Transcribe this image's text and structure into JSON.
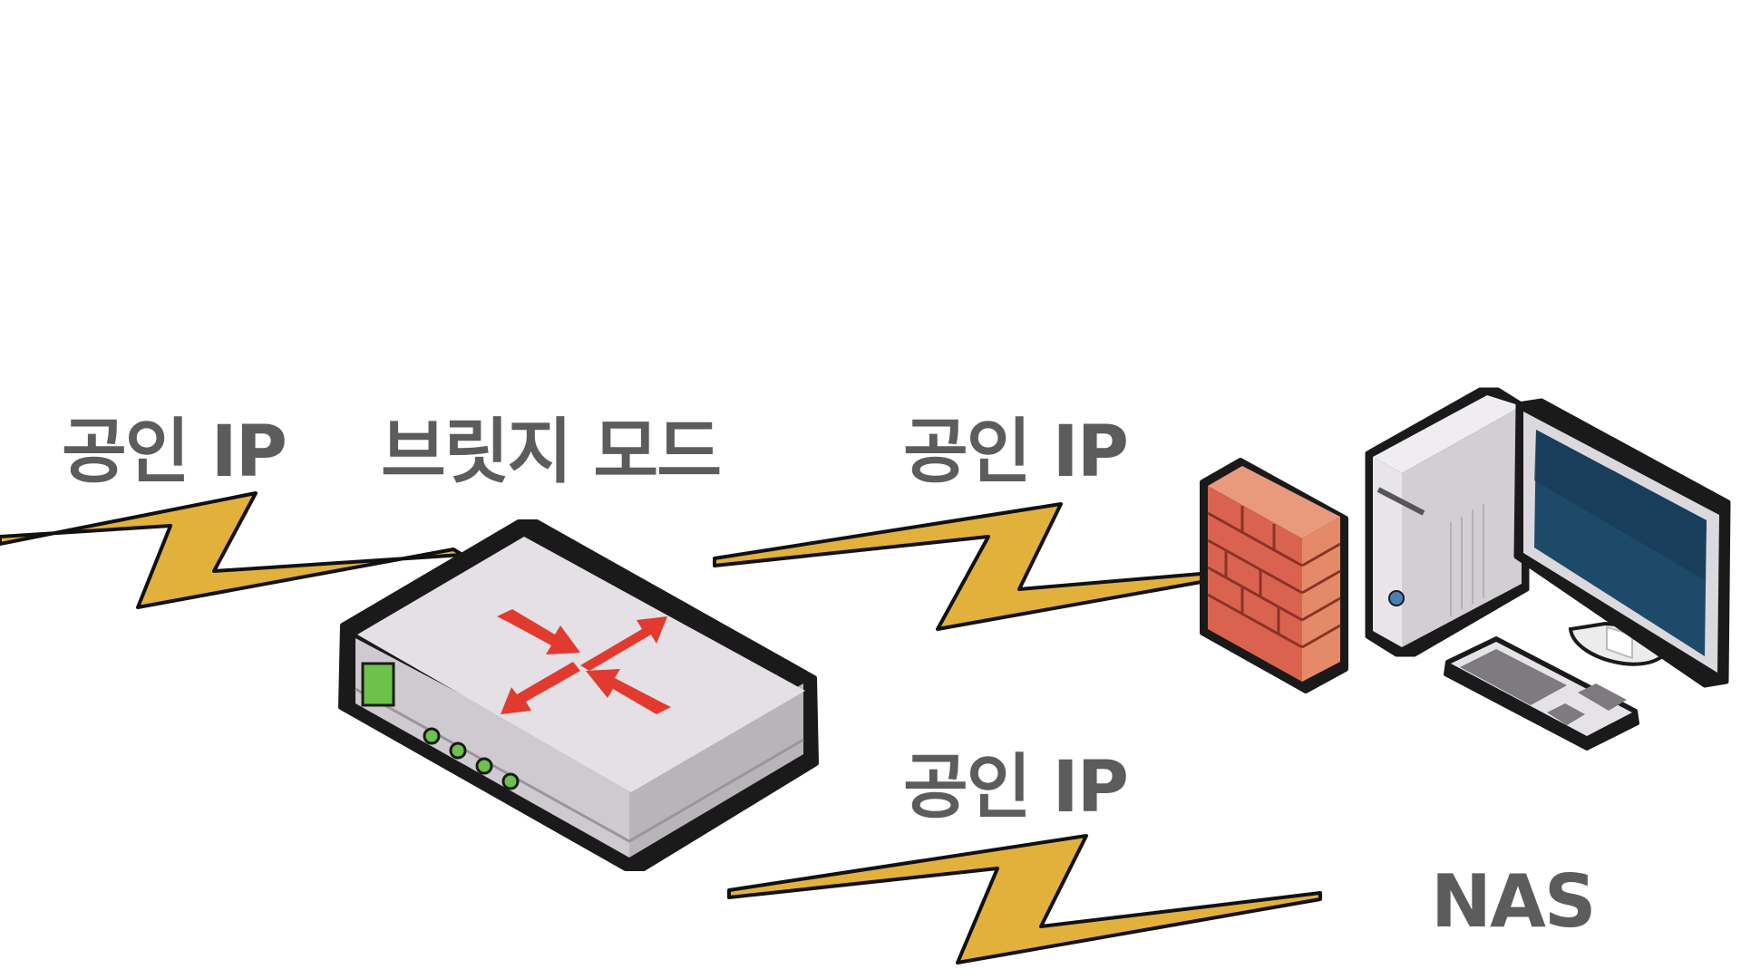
{
  "labels": {
    "public_ip_left": "공인 IP",
    "bridge_mode": "브릿지 모드",
    "public_ip_right": "공인 IP",
    "public_ip_bottom": "공인 IP",
    "nas": "NAS"
  },
  "icons": {
    "router": "router-icon",
    "firewall": "firewall-icon",
    "computer": "desktop-computer-icon",
    "lightning": "lightning-link-icon"
  },
  "colors": {
    "label_text": "#5c5c5c",
    "lightning_fill": "#e2b13c",
    "router_arrows": "#e23a2e",
    "router_led": "#6cc24a",
    "firewall_brick": "#d9634f",
    "monitor_screen": "#1e4a6a"
  }
}
